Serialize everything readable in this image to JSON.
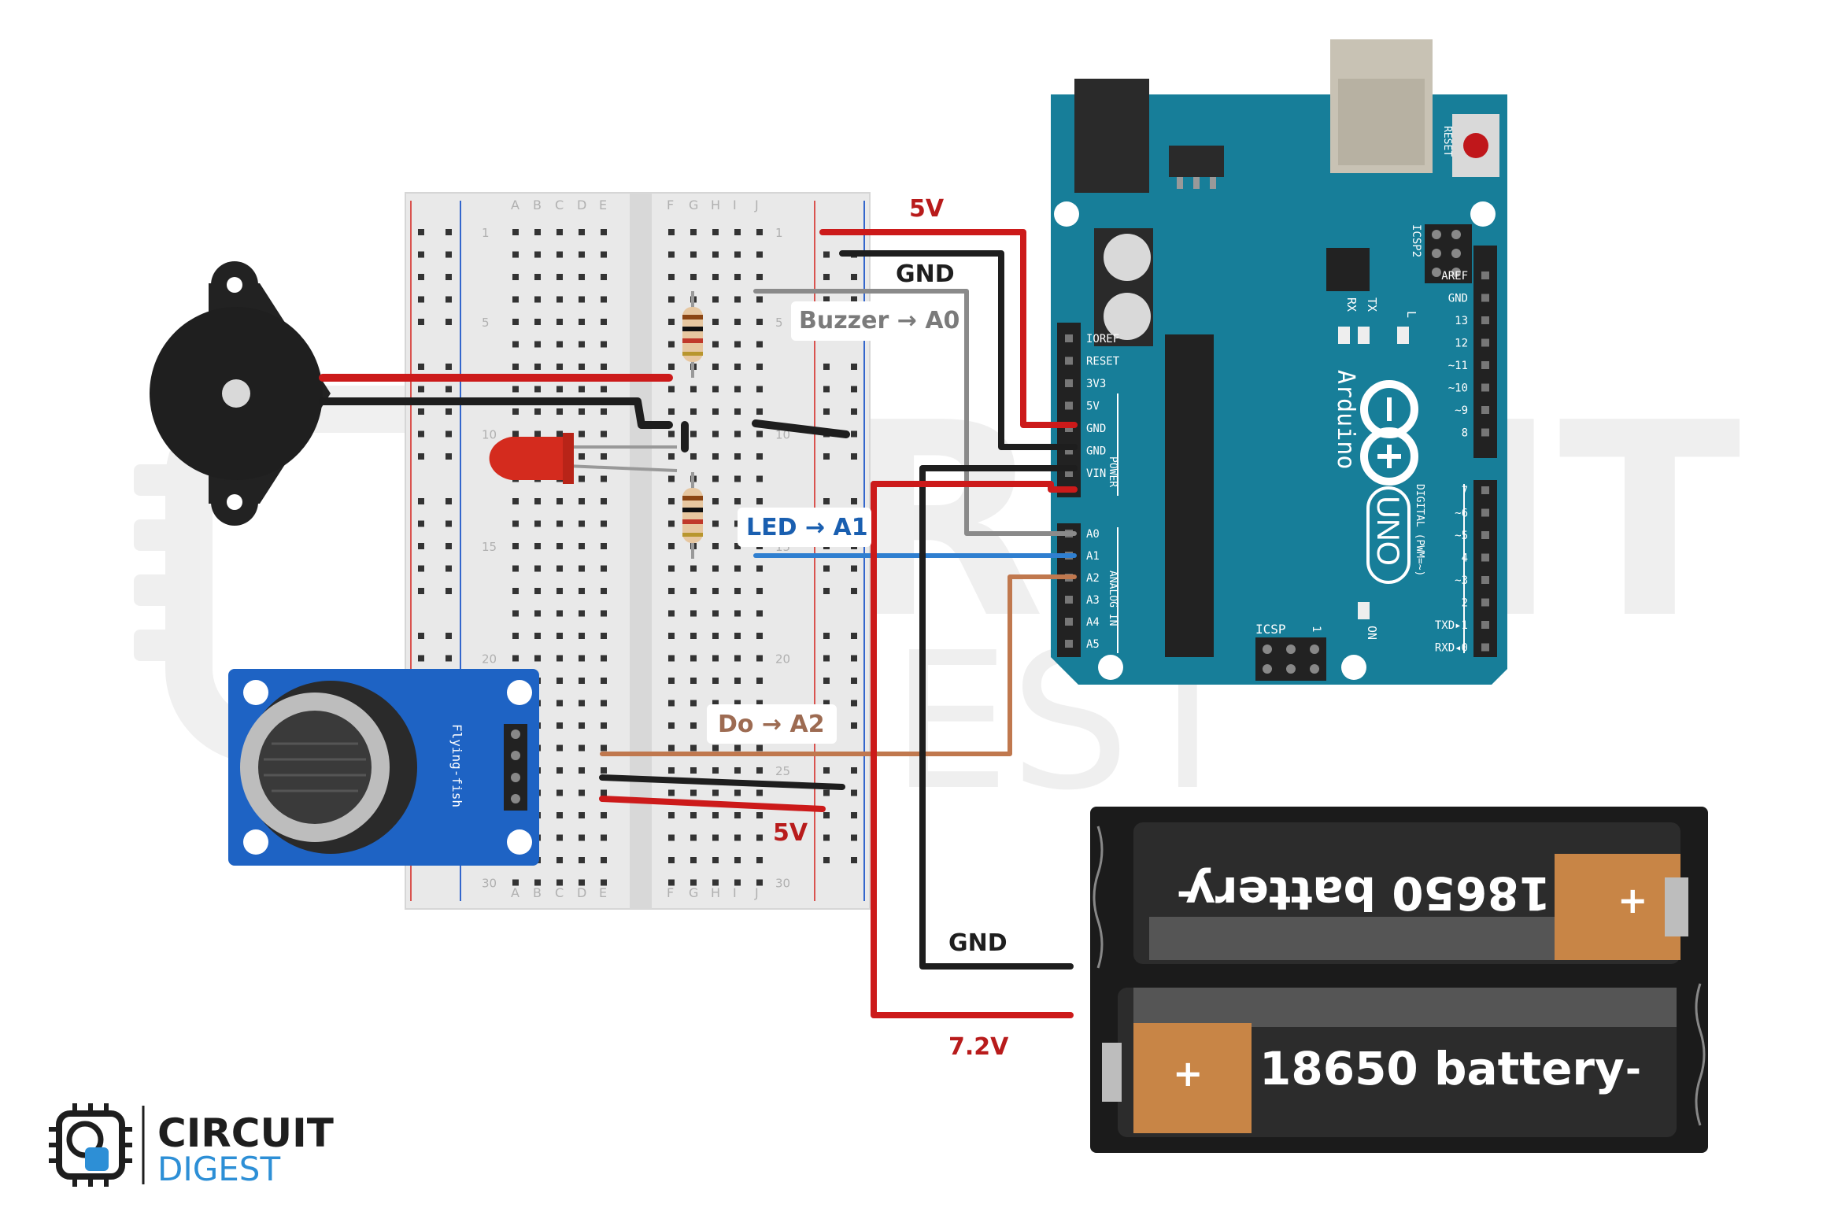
{
  "watermark": {
    "text_top": "CIRCUIT",
    "text_bottom": "DIGEST"
  },
  "breadboard": {
    "columns_left": [
      "A",
      "B",
      "C",
      "D",
      "E"
    ],
    "columns_right": [
      "F",
      "G",
      "H",
      "I",
      "J"
    ],
    "row_numbers": [
      "1",
      "5",
      "10",
      "15",
      "20",
      "25",
      "30"
    ]
  },
  "labels": {
    "top_5v": "5V",
    "top_gnd": "GND",
    "buzzer_a0": "Buzzer → A0",
    "led_a1": "LED → A1",
    "do_a2": "Do → A2",
    "bottom_5v": "5V",
    "batt_gnd": "GND",
    "batt_72v": "7.2V"
  },
  "arduino": {
    "brand": "Arduino",
    "model": "UNO",
    "reset_label": "RESET",
    "icsp2": "ICSP2",
    "icsp": "ICSP",
    "icsp_pin": "1",
    "rx": "RX",
    "tx": "TX",
    "l": "L",
    "on": "ON",
    "power_pins": [
      "IOREF",
      "RESET",
      "3V3",
      "5V",
      "GND",
      "GND",
      "VIN"
    ],
    "power_header": "POWER",
    "analog_pins": [
      "A0",
      "A1",
      "A2",
      "A3",
      "A4",
      "A5"
    ],
    "analog_header": "ANALOG IN",
    "digital_top": [
      "AREF",
      "GND",
      "13",
      "12",
      "~11",
      "~10",
      "~9",
      "8"
    ],
    "digital_bottom": [
      "7",
      "~6",
      "~5",
      "4",
      "~3",
      "2",
      "TXD▸1",
      "RXD◂0"
    ],
    "digital_header": "DIGITAL (PWM=~)"
  },
  "sensor": {
    "label": "Flying-fish"
  },
  "batteries": {
    "top": {
      "text": "18650 battery",
      "plus": "+",
      "minus": "-"
    },
    "bottom": {
      "text": "18650 battery",
      "plus": "+",
      "minus": "-"
    }
  },
  "logo": {
    "line1": "CIRCUIT",
    "line2": "DIGEST"
  },
  "colors": {
    "wire_red": "#cc1a1a",
    "wire_black": "#1e1e1e",
    "wire_gray": "#8a8a8a",
    "wire_blue": "#2f7fd0",
    "wire_brown": "#c0784e",
    "arduino_teal": "#177e99",
    "sensor_blue": "#1e63c4",
    "label_red": "#b81b1b",
    "label_blue": "#1a5fb0",
    "label_gray": "#7b7b7b",
    "label_brown": "#9d6b52",
    "logo_blue": "#2d8fd6"
  }
}
